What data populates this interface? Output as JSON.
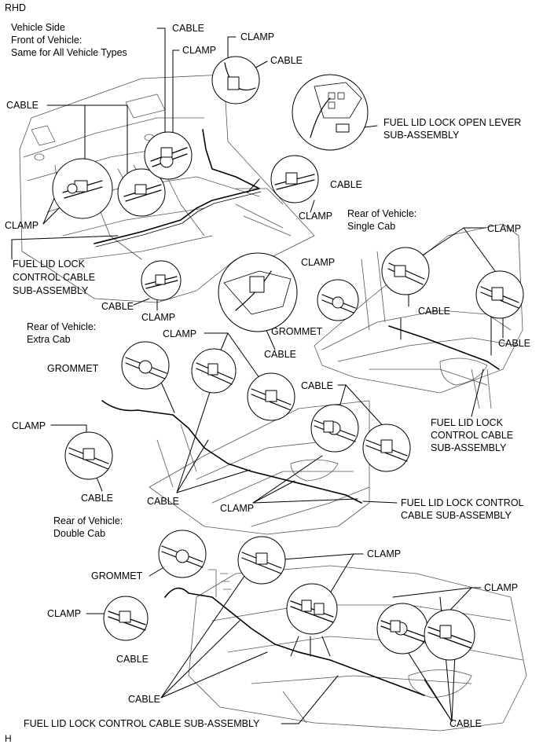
{
  "header": {
    "code": "RHD"
  },
  "footer": {
    "mark": "H"
  },
  "sections": {
    "front": {
      "line1": "Vehicle Side",
      "line2": "Front of Vehicle:",
      "line3": "Same for All Vehicle Types"
    },
    "single": {
      "line1": "Rear of Vehicle:",
      "line2": "Single Cab"
    },
    "extra": {
      "line1": "Rear of Vehicle:",
      "line2": "Extra Cab"
    },
    "double": {
      "line1": "Rear of Vehicle:",
      "line2": "Double Cab"
    }
  },
  "labels": {
    "cable": "CABLE",
    "clamp": "CLAMP",
    "grommet": "GROMMET",
    "open_lever_1": "FUEL LID LOCK OPEN LEVER",
    "open_lever_2": "SUB-ASSEMBLY",
    "fl_line1": "FUEL LID LOCK",
    "fl_line2": "CONTROL CABLE",
    "fl_line3": "SUB-ASSEMBLY",
    "fl_extra_1": "FUEL LID LOCK CONTROL",
    "fl_extra_2": "CABLE SUB-ASSEMBLY",
    "fl_double": "FUEL LID LOCK CONTROL CABLE SUB-ASSEMBLY"
  }
}
